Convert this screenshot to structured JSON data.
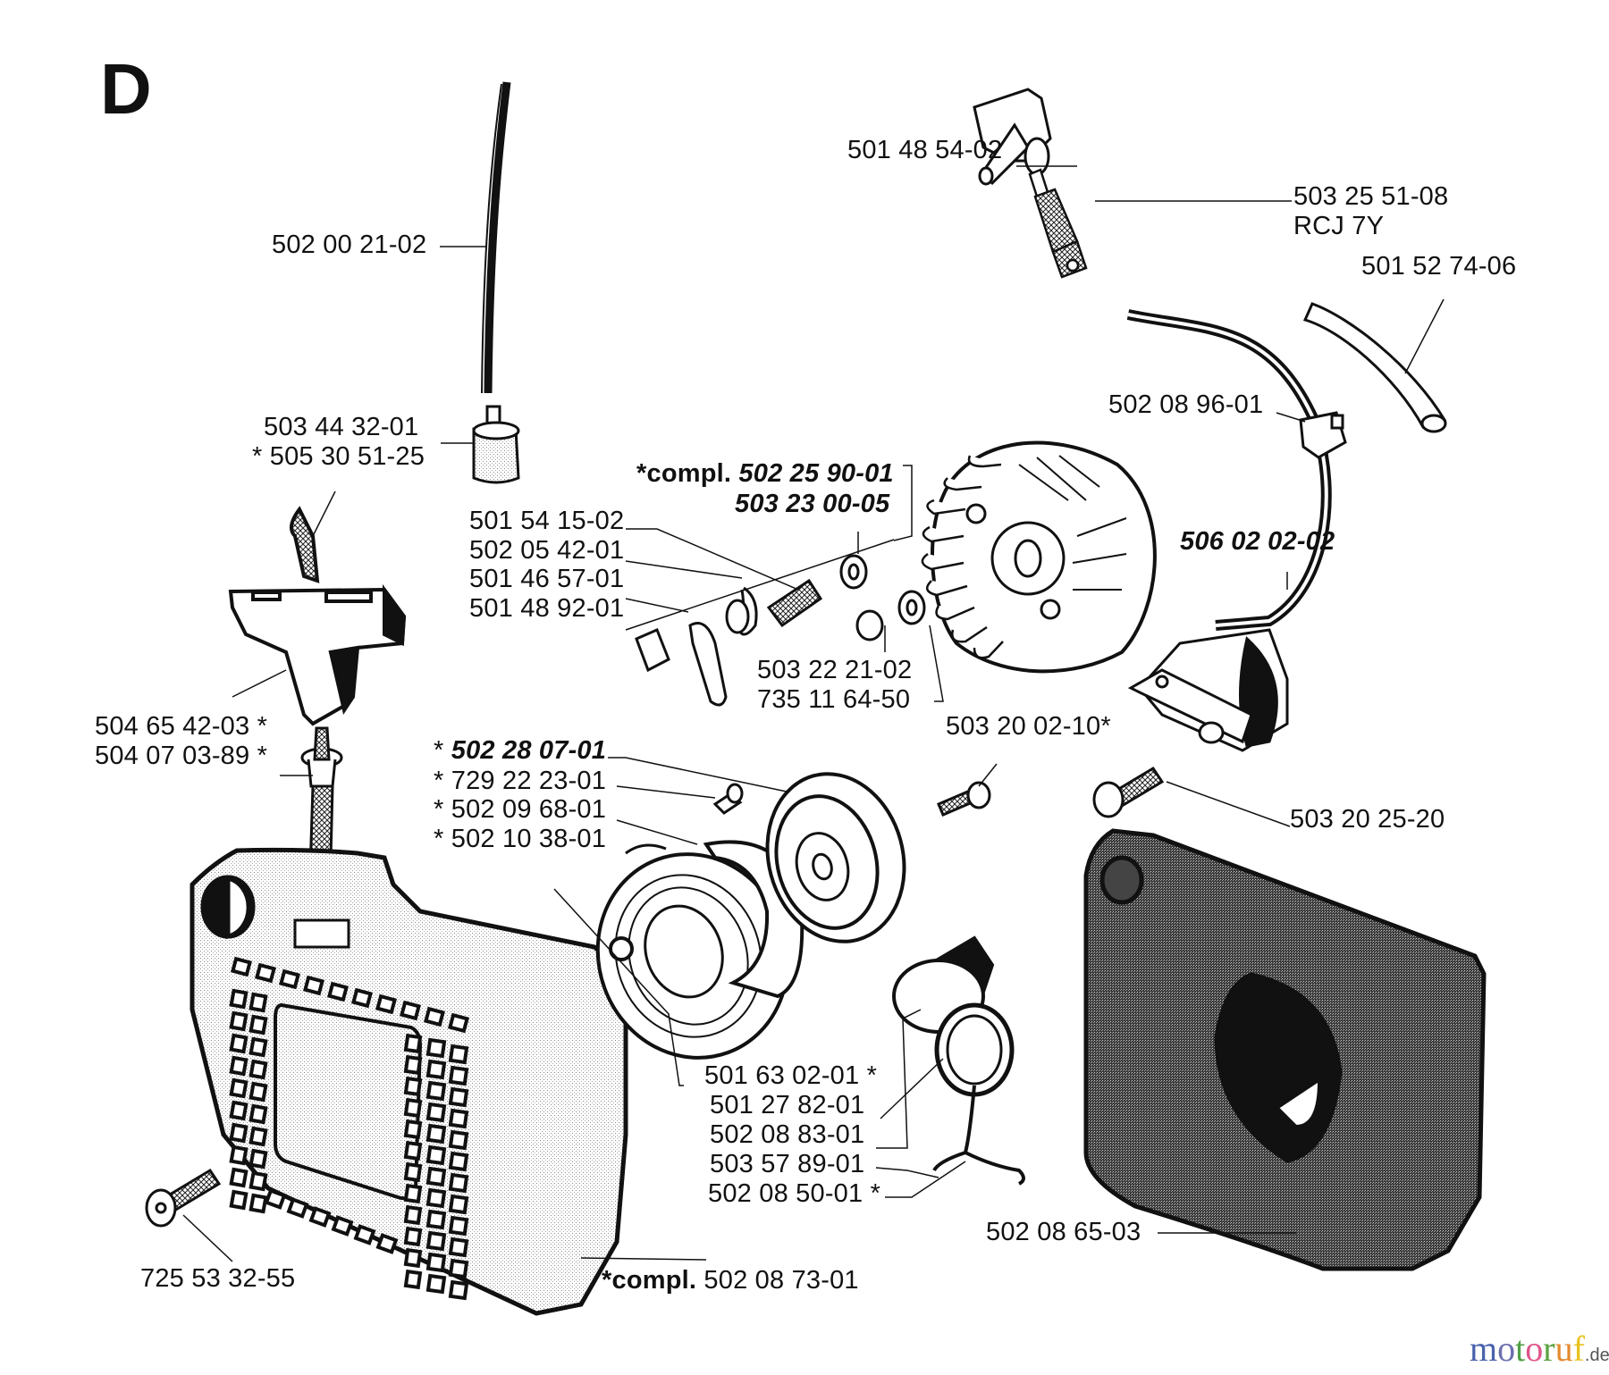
{
  "section": "D",
  "parts": {
    "fuel_hose": "502 00 21-02",
    "spark_plug_cap": "501 48 54-02",
    "spark_plug": "503 25 51-08",
    "spark_plug_type": "RCJ 7Y",
    "hose": "501 52 74-06",
    "clamp": "502 08 96-01",
    "fuel_filter": "503 44 32-01",
    "fuel_filter_alt": "* 505 30 51-25",
    "flywheel_compl_prefix": "*compl.",
    "flywheel_compl": "502 25 90-01",
    "flywheel": "503 23 00-05",
    "ignition_module": "506 02 02-02",
    "pawl_group": [
      "501 54 15-02",
      "502 05 42-01",
      "501 46 57-01",
      "501 48 92-01"
    ],
    "nut": "503 22 21-02",
    "washer": "735 11 64-50",
    "handle": "504 65 42-03 *",
    "rope_guide": "504 07 03-89 *",
    "screw_a": "503 20 02-10*",
    "starter_group": [
      {
        "text": "502 28 07-01",
        "prefix": "* ",
        "emphasis": true
      },
      {
        "text": "729 22 23-01",
        "prefix": "* ",
        "emphasis": false
      },
      {
        "text": "502 09 68-01",
        "prefix": "* ",
        "emphasis": false
      },
      {
        "text": "502 10 38-01",
        "prefix": "* ",
        "emphasis": false
      }
    ],
    "screw_b": "503 20 25-20",
    "spring_group": [
      "501 63 02-01 *",
      "501 27 82-01",
      "502 08 83-01",
      "503 57 89-01",
      "502 08 50-01 *"
    ],
    "tank": "502 08 65-03",
    "screw_c": "725 53 32-55",
    "starter_compl_prefix": "*compl.",
    "starter_compl": "502 08 73-01"
  },
  "watermark": {
    "letters": [
      {
        "ch": "m",
        "color": "#4a62ad"
      },
      {
        "ch": "o",
        "color": "#6b6fae"
      },
      {
        "ch": "t",
        "color": "#4f9e46"
      },
      {
        "ch": "o",
        "color": "#e0558c"
      },
      {
        "ch": "r",
        "color": "#5aa33f"
      },
      {
        "ch": "u",
        "color": "#e38a2e"
      },
      {
        "ch": "f",
        "color": "#e9c21f"
      }
    ],
    "tld": ".de"
  }
}
